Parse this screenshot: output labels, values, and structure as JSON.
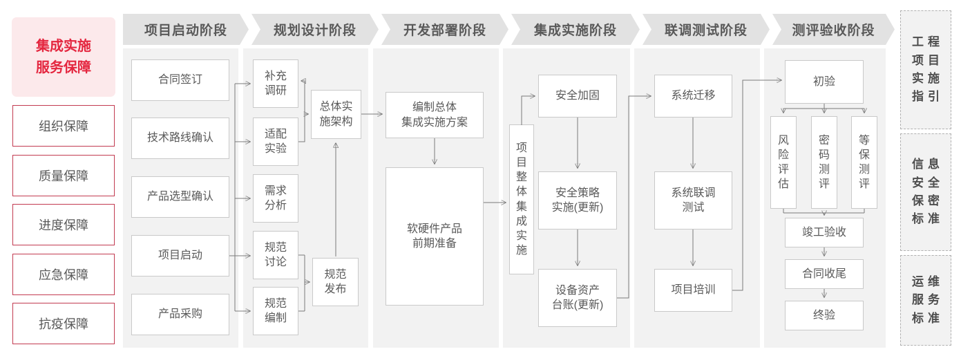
{
  "sidebar": {
    "title": "集成实施\n服务保障",
    "items": [
      "组织保障",
      "质量保障",
      "进度保障",
      "应急保障",
      "抗疫保障"
    ]
  },
  "phases": [
    {
      "header": "项目启动阶段",
      "boxes": [
        "合同签订",
        "技术路线确认",
        "产品选型确认",
        "项目启动",
        "产品采购"
      ]
    },
    {
      "header": "规划设计阶段",
      "boxes": [
        "补充\n调研",
        "适配\n实验",
        "需求\n分析",
        "规范\n讨论",
        "规范\n编制",
        "总体实\n施架构",
        "规范\n发布"
      ]
    },
    {
      "header": "开发部署阶段",
      "boxes": [
        "编制总体\n集成实施方案",
        "软硬件产品\n前期准备"
      ]
    },
    {
      "header": "集成实施阶段",
      "boxes": [
        "项\n目\n整\n体\n集\n成\n实\n施",
        "安全加固",
        "安全策略\n实施(更新)",
        "设备资产\n台账(更新)"
      ]
    },
    {
      "header": "联调测试阶段",
      "boxes": [
        "系统迁移",
        "系统联调\n测试",
        "项目培训"
      ]
    },
    {
      "header": "测评验收阶段",
      "boxes": [
        "初验",
        "风\n险\n评\n估",
        "密\n码\n测\n评",
        "等\n保\n测\n评",
        "竣工验收",
        "合同收尾",
        "终验"
      ]
    }
  ],
  "standards": [
    "工程\n项目\n实施\n指引",
    "信息\n安全\n保密\n标准",
    "运维\n服务\n标准"
  ],
  "colors": {
    "title_red": "#e4263f",
    "side_border_red": "#c23a50",
    "side_title_bg": "#fce9eb",
    "header_gray": "#e2e2e2",
    "body_gray": "#f2f2f2",
    "box_border": "#c9c9c9",
    "text_gray": "#595959",
    "line_gray": "#7a7a7a",
    "standard_text": "#4d4d4d"
  }
}
